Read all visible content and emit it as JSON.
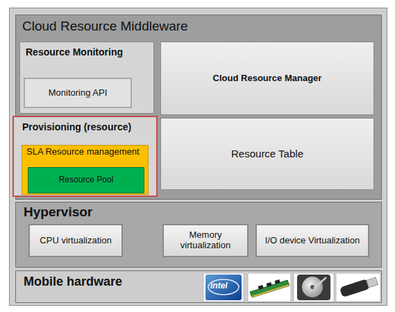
{
  "diagram": {
    "nodes": [
      {
        "text": [
          "Cloud Resource Middleware"
        ]
      },
      {
        "text": [
          "Resource Monitoring"
        ],
        "in": 0
      },
      {
        "text": [
          "Monitoring API"
        ],
        "in": 1
      },
      {
        "text": [
          "Cloud Resource Manager"
        ],
        "in": 0
      },
      {
        "text": [
          "Provisioning (resource)"
        ],
        "in": 0
      },
      {
        "text": [
          "SLA Resource management"
        ],
        "in": 4
      },
      {
        "text": [
          "Resource Pool"
        ],
        "in": 5
      },
      {
        "text": [
          "Resource Table"
        ],
        "in": 0
      },
      {
        "text": [
          "Hypervisor"
        ]
      },
      {
        "text": [
          "CPU virtualization"
        ],
        "in": 8
      },
      {
        "text": [
          "Memory virtualization"
        ],
        "in": 8
      },
      {
        "text": [
          "I/O device Virtualization"
        ],
        "in": 8
      },
      {
        "text": [
          "Mobile hardware"
        ]
      }
    ],
    "labels": [
      "intel"
    ]
  }
}
